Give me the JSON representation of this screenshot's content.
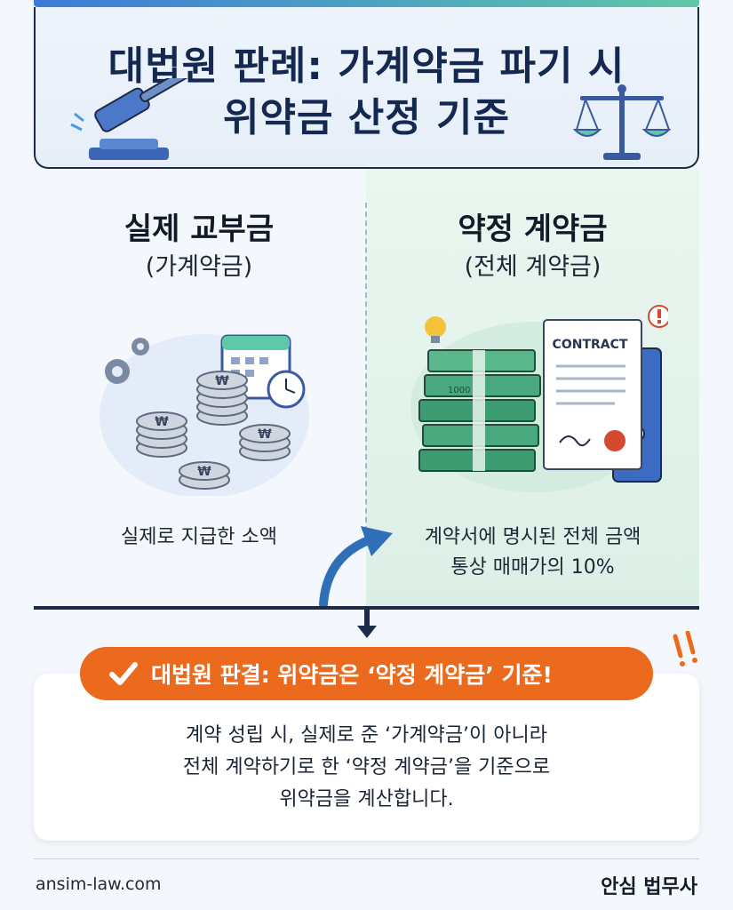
{
  "title": {
    "line1": "대법원 판례: 가계약금 파기 시",
    "line2": "위약금 산정 기준"
  },
  "left": {
    "title": "실제 교부금",
    "subtitle": "(가계약금)",
    "desc": "실제로 지급한 소액",
    "coin_symbol": "₩"
  },
  "right": {
    "title": "약정 계약금",
    "subtitle": "(전체 계약금)",
    "desc_line1": "계약서에 명시된 전체 금액",
    "desc_line2": "통상 매매가의 10%",
    "contract_label": "CONTRACT",
    "bill_label": "1000"
  },
  "verdict": {
    "pill_text": "대법원 판결: 위약금은 ‘약정 계약금’ 기준!",
    "line1": "계약 성립 시, 실제로 준 ‘가계약금’이 아니라",
    "line2": "전체 계약하기로 한 ‘약정 계약금’을 기준으로",
    "line3": "위약금을 계산합니다."
  },
  "footer": {
    "website": "ansim-law.com",
    "brand": "안심 법무사"
  },
  "colors": {
    "accent_orange": "#ec6a1e",
    "navy": "#142850",
    "green_bg": "#dcefe6"
  }
}
